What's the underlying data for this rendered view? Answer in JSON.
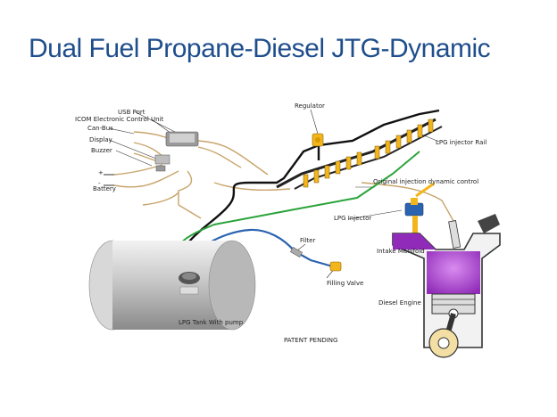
{
  "title": "Dual Fuel Propane-Diesel JTG-Dynamic",
  "labels": {
    "usb_port": "USB Port",
    "icom": "ICOM Electronic Control Unit",
    "can_bus": "Can-Bus",
    "display": "Display",
    "buzzer": "Buzzer",
    "battery": "Battery",
    "plus": "+",
    "minus": "-",
    "regulator": "Regulator",
    "lpg_injector_rail": "LPG injector Rail",
    "original_injection": "Original injection dynamic control",
    "lpg_injector": "LPG Injector",
    "intake_manifold": "Intake Manifold",
    "filter": "Filter",
    "filling_valve": "Filling  Valve",
    "diesel_engine": "Diesel Engine",
    "lpg_tank": "LPG Tank With pump",
    "patent": "PATENT PENDING"
  },
  "colors": {
    "title": "#1f4e8c",
    "wire": "#c8a46a",
    "fuel_line": "#111111",
    "green_line": "#2aa33a",
    "blue_line": "#2a63b0",
    "injector": "#f2b51c",
    "engine_chamber": "#b344d6"
  }
}
